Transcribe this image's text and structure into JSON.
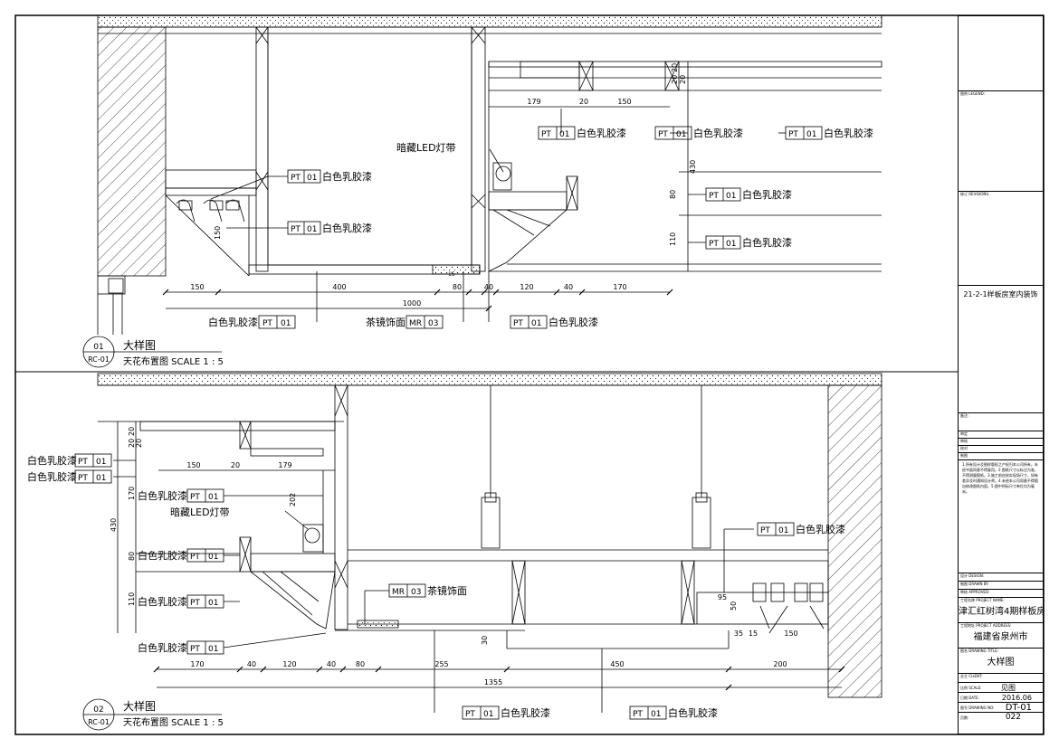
{
  "drawing": {
    "detail_1": {
      "number": "01",
      "sheet_ref": "RC-01",
      "title": "大样图",
      "subtitle": "天花布置图  SCALE 1 : 5",
      "labels": {
        "pt_paint": "白色乳胶漆",
        "pt_code": "PT",
        "pt_num": "01",
        "mr_text": "茶镜饰面",
        "mr_code": "MR",
        "mr_num": "03",
        "led": "暗藏LED灯带"
      },
      "dims_bottom": [
        "150",
        "400",
        "80",
        "40",
        "120",
        "40",
        "170"
      ],
      "dim_total": "1000",
      "dims_top": [
        "179",
        "20",
        "150"
      ],
      "dims_right": [
        "20",
        "20",
        "20",
        "430",
        "80",
        "110"
      ],
      "dim_small": [
        "150",
        "15"
      ]
    },
    "detail_2": {
      "number": "02",
      "sheet_ref": "RC-01",
      "title": "大样图",
      "subtitle": "天花布置图  SCALE 1 : 5",
      "dims_bottom": [
        "170",
        "40",
        "120",
        "40",
        "80",
        "255",
        "450",
        "200"
      ],
      "dim_total": "1355",
      "dims_top": [
        "150",
        "20",
        "179"
      ],
      "dims_left": [
        "20",
        "20",
        "20",
        "170",
        "430",
        "80",
        "110"
      ],
      "dims_misc": [
        "202",
        "95",
        "50",
        "35",
        "15",
        "150",
        "30"
      ]
    }
  },
  "title_block": {
    "legend_label": "图例 LEGEND:",
    "revision_label": "修订 REVISIONS:",
    "project_vertical": "21-2-1样板房室内装饰",
    "remarks_label": "备注:",
    "rows_small": [
      "审定",
      "审核",
      "校对",
      "制图"
    ],
    "notes": "1.所有设计及图样版权之产权归本公司所有。未经书面同意不得复用。2.图纸尺寸以标注为准，不得测量图纸。3.施工前应核实现场尺寸，如有差异及时通知设计师。4.未经本公司同意不得擅自修改图纸内容。5.图中所标尺寸单位均为毫米。",
    "design_label": "设计 DESIGN:",
    "drawn_label": "制图 DRAWN BY:",
    "check_label": "审核 APPROVED:",
    "project_name_label": "工程名称 PROJECT NAME:",
    "project_name": "津汇红树湾4期样板房",
    "project_address_label": "工程地址 PROJECT ADDRESS:",
    "project_address": "福建省泉州市",
    "drawing_title_label": "图名 DRAWING TITLE:",
    "drawing_title": "大样图",
    "client_label": "业主 CLIENT:",
    "scale_label": "比例 SCALE:",
    "scale_value": "见图",
    "date_label": "日期 DATE:",
    "date_value": "2016.06",
    "drawing_no_label": "图号 DRAWING NO:",
    "drawing_no": "DT-01",
    "page_label": "页数:",
    "page_value": "022"
  }
}
